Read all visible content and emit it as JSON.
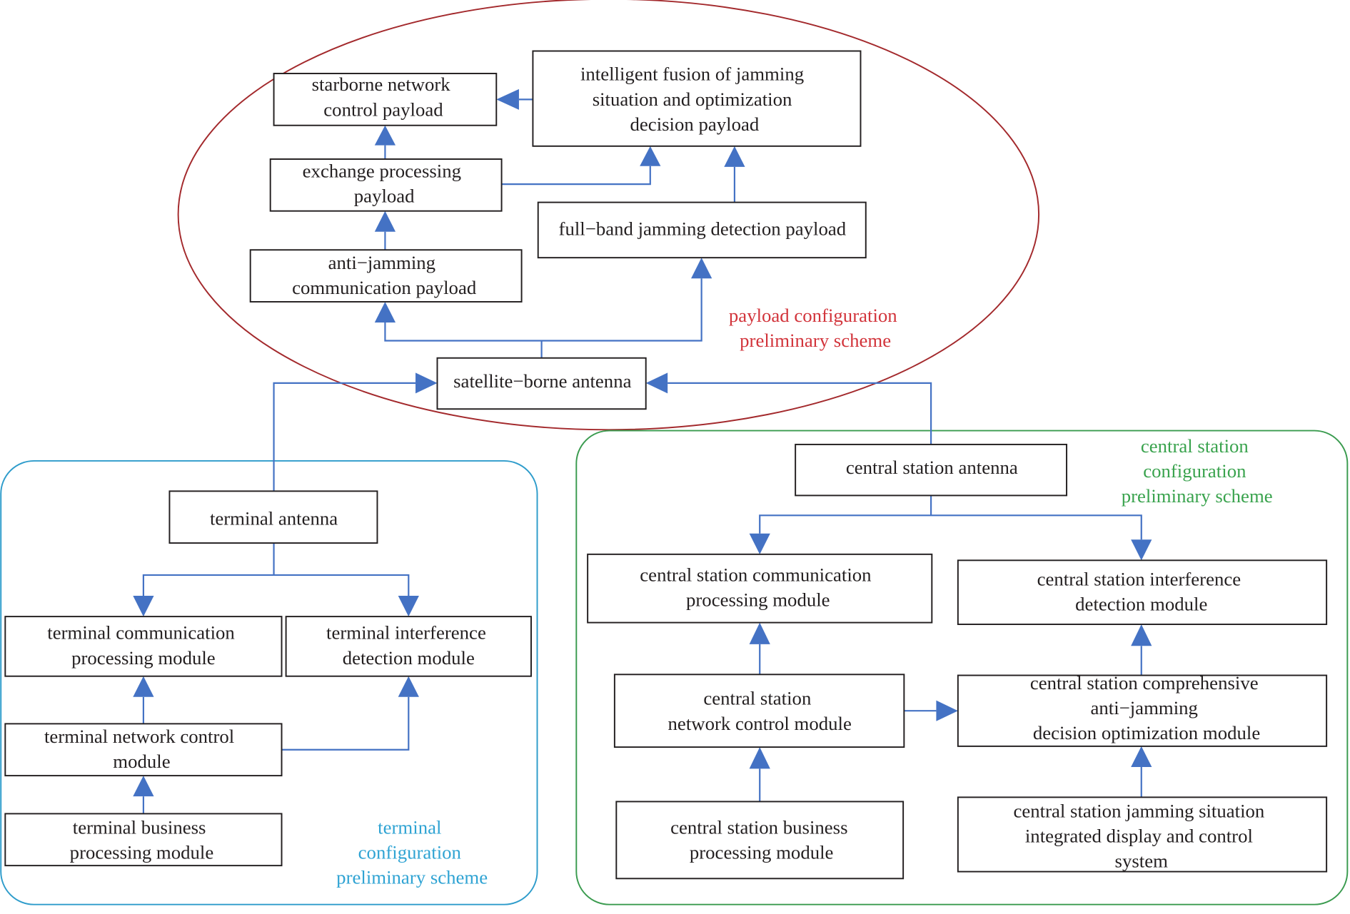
{
  "regions": {
    "payload": {
      "label": [
        "payload configuration",
        "preliminary scheme"
      ],
      "text_color": "#D2343B",
      "outline_color": "#A3292C"
    },
    "terminal": {
      "label": [
        "terminal",
        "configuration",
        "preliminary scheme"
      ],
      "text_color": "#2FA3D3",
      "outline_color": "#2E9CCB"
    },
    "central_station": {
      "label": [
        "central station",
        "configuration",
        "preliminary scheme"
      ],
      "text_color": "#3AA34E",
      "outline_color": "#3A9B4F"
    }
  },
  "nodes": {
    "starborne_network_control_payload": [
      "starborne network",
      "control payload"
    ],
    "jamming_fusion_decision_payload": [
      "intelligent fusion of jamming",
      "situation and optimization",
      "decision payload"
    ],
    "exchange_processing_payload": [
      "exchange processing",
      "payload"
    ],
    "full_band_jamming_detection_payload": [
      "full−band jamming detection payload"
    ],
    "anti_jamming_communication_payload": [
      "anti−jamming",
      "communication payload"
    ],
    "satellite_borne_antenna": [
      "satellite−borne antenna"
    ],
    "terminal_antenna": [
      "terminal antenna"
    ],
    "terminal_communication_processing_module": [
      "terminal communication",
      "processing module"
    ],
    "terminal_interference_detection_module": [
      "terminal interference",
      "detection module"
    ],
    "terminal_network_control_module": [
      "terminal network control",
      "module"
    ],
    "terminal_business_processing_module": [
      "terminal business",
      "processing module"
    ],
    "central_station_antenna": [
      "central station antenna"
    ],
    "central_station_communication_processing_module": [
      "central station communication",
      "processing module"
    ],
    "central_station_interference_detection_module": [
      "central station interference",
      "detection module"
    ],
    "central_station_network_control_module": [
      "central station",
      "network control module"
    ],
    "central_station_decision_optimization_module": [
      "central station comprehensive",
      "anti−jamming",
      "decision optimization module"
    ],
    "central_station_business_processing_module": [
      "central station business",
      "processing module"
    ],
    "central_station_jamming_display_control_system": [
      "central station jamming situation",
      "integrated display and control",
      "system"
    ]
  },
  "arrow_color": "#4472C4"
}
